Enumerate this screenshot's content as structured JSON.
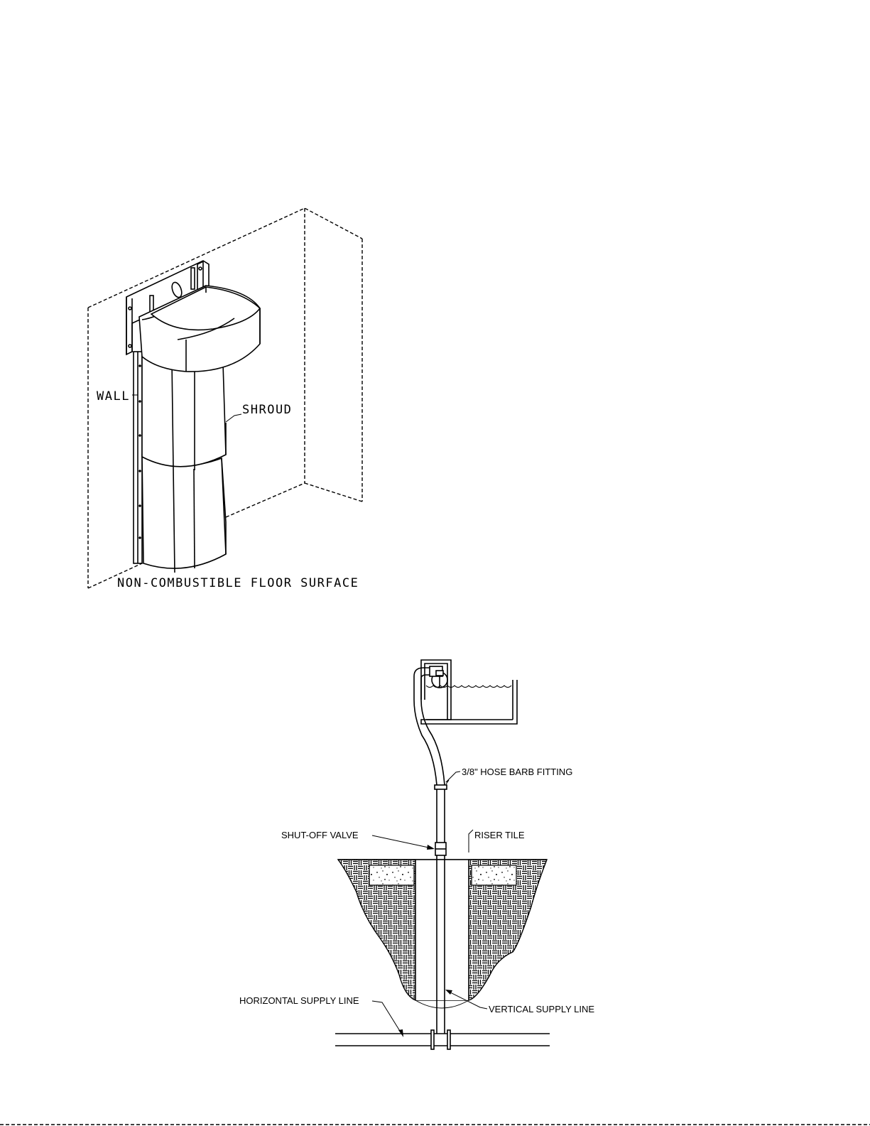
{
  "figure_top": {
    "labels": {
      "wall": "WALL",
      "shroud": "SHROUD",
      "floor": "NON-COMBUSTIBLE FLOOR SURFACE"
    }
  },
  "figure_bottom": {
    "labels": {
      "hose_barb": "3/8\" HOSE BARB FITTING",
      "shut_off_valve": "SHUT-OFF VALVE",
      "riser_tile": "RISER TILE",
      "horizontal_supply": "HORIZONTAL SUPPLY LINE",
      "vertical_supply": "VERTICAL SUPPLY LINE"
    }
  }
}
